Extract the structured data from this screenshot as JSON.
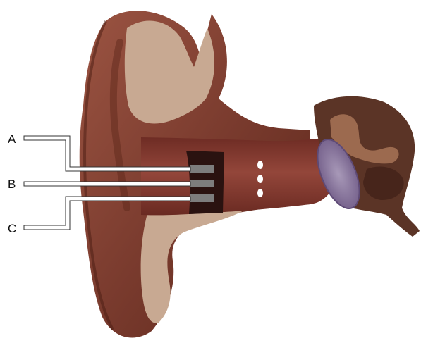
{
  "diagram": {
    "labels": [
      {
        "id": "A",
        "text": "A"
      },
      {
        "id": "B",
        "text": "B"
      },
      {
        "id": "C",
        "text": "C"
      }
    ]
  },
  "colors": {
    "background": "#ffffff",
    "ear_tissue": "#7a3b2e",
    "ear_dark": "#5a2519",
    "ear_light": "#a9614c",
    "skin_beige": "#c8a992",
    "canal": "#8a3c32",
    "device_band": "#2a1210",
    "electrode": "#7d7d7d",
    "eardrum": "#8f7da2",
    "middle_ear": "#5b3426"
  }
}
